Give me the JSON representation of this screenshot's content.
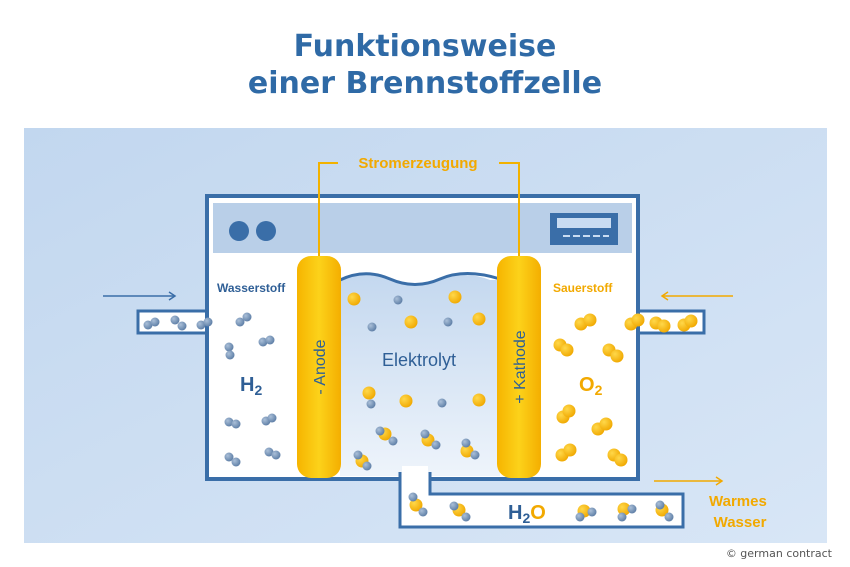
{
  "title": {
    "line1": "Funktionsweise",
    "line2": "einer Brennstoffzelle"
  },
  "labels": {
    "current": "Stromerzeugung",
    "hydrogen": "Wasserstoff",
    "oxygen": "Sauerstoff",
    "electrolyte": "Elektrolyt",
    "anode": "- Anode",
    "cathode": "+ Kathode",
    "h2_main": "H",
    "h2_sub": "2",
    "o2_main": "O",
    "o2_sub": "2",
    "water_h": "H",
    "water_sub": "2",
    "water_o": "O",
    "warm_line1": "Warmes",
    "warm_line2": "Wasser"
  },
  "icons": {
    "inlet_arrow": "arrow-right-icon",
    "oxygen_arrow": "arrow-left-icon",
    "outlet_arrow": "arrow-right-icon",
    "status_lights": "indicator-dots-icon",
    "display": "display-panel-icon",
    "hydrogen_molecule": "h2-molecule-icon",
    "oxygen_molecule": "o2-molecule-icon",
    "water_molecule": "h2o-molecule-icon"
  },
  "colors": {
    "title": "#2f6aa6",
    "frame": "#3a6ea8",
    "background_panel": "#c9dcf2",
    "electrode": "#f7bd00",
    "hydrogen": "#6f8fb3",
    "oxygen": "#f2b200",
    "accent_text": "#f2a900"
  },
  "copyright": "© german contract"
}
